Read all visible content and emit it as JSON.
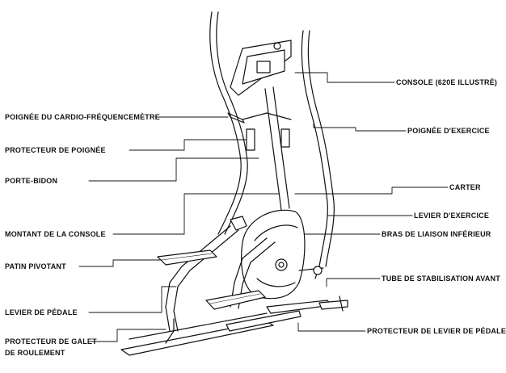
{
  "diagram": {
    "labels_left": {
      "grip_pulse": "POIGNÉE DU CARDIO-FRÉQUENCEMÈTRE",
      "grip_protector": "PROTECTEUR DE POIGNÉE",
      "bottle_holder": "PORTE-BIDON",
      "console_mast": "MONTANT DE LA CONSOLE",
      "pivot_pad": "PATIN PIVOTANT",
      "pedal_lever": "LEVIER DE PÉDALE",
      "roller_guard_line1": "PROTECTEUR DE GALET",
      "roller_guard_line2": "DE ROULEMENT"
    },
    "labels_right": {
      "console": "CONSOLE (620E ILLUSTRÉ)",
      "exercise_grip": "POIGNÉE D'EXERCICE",
      "housing": "CARTER",
      "exercise_lever": "LEVIER D'EXERCICE",
      "lower_link_arm": "BRAS DE LIAISON INFÉRIEUR",
      "front_stabilizer": "TUBE DE STABILISATION AVANT",
      "pedal_lever_guard": "PROTECTEUR DE LEVIER DE PÉDALE"
    }
  }
}
